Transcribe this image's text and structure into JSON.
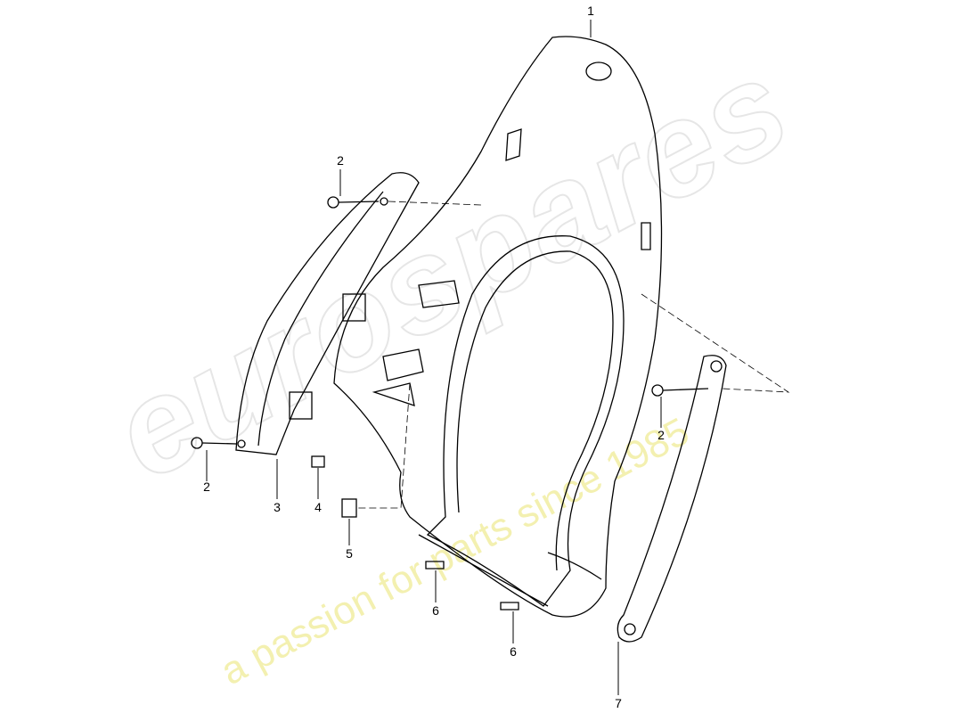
{
  "watermark": {
    "brand": "eurospares",
    "tagline": "a passion for parts since 1985",
    "tagline_color": "#f3f0b0"
  },
  "callouts": [
    {
      "number": "1"
    },
    {
      "number": "2"
    },
    {
      "number": "2"
    },
    {
      "number": "2"
    },
    {
      "number": "3"
    },
    {
      "number": "4"
    },
    {
      "number": "5"
    },
    {
      "number": "6"
    },
    {
      "number": "6"
    },
    {
      "number": "7"
    }
  ]
}
